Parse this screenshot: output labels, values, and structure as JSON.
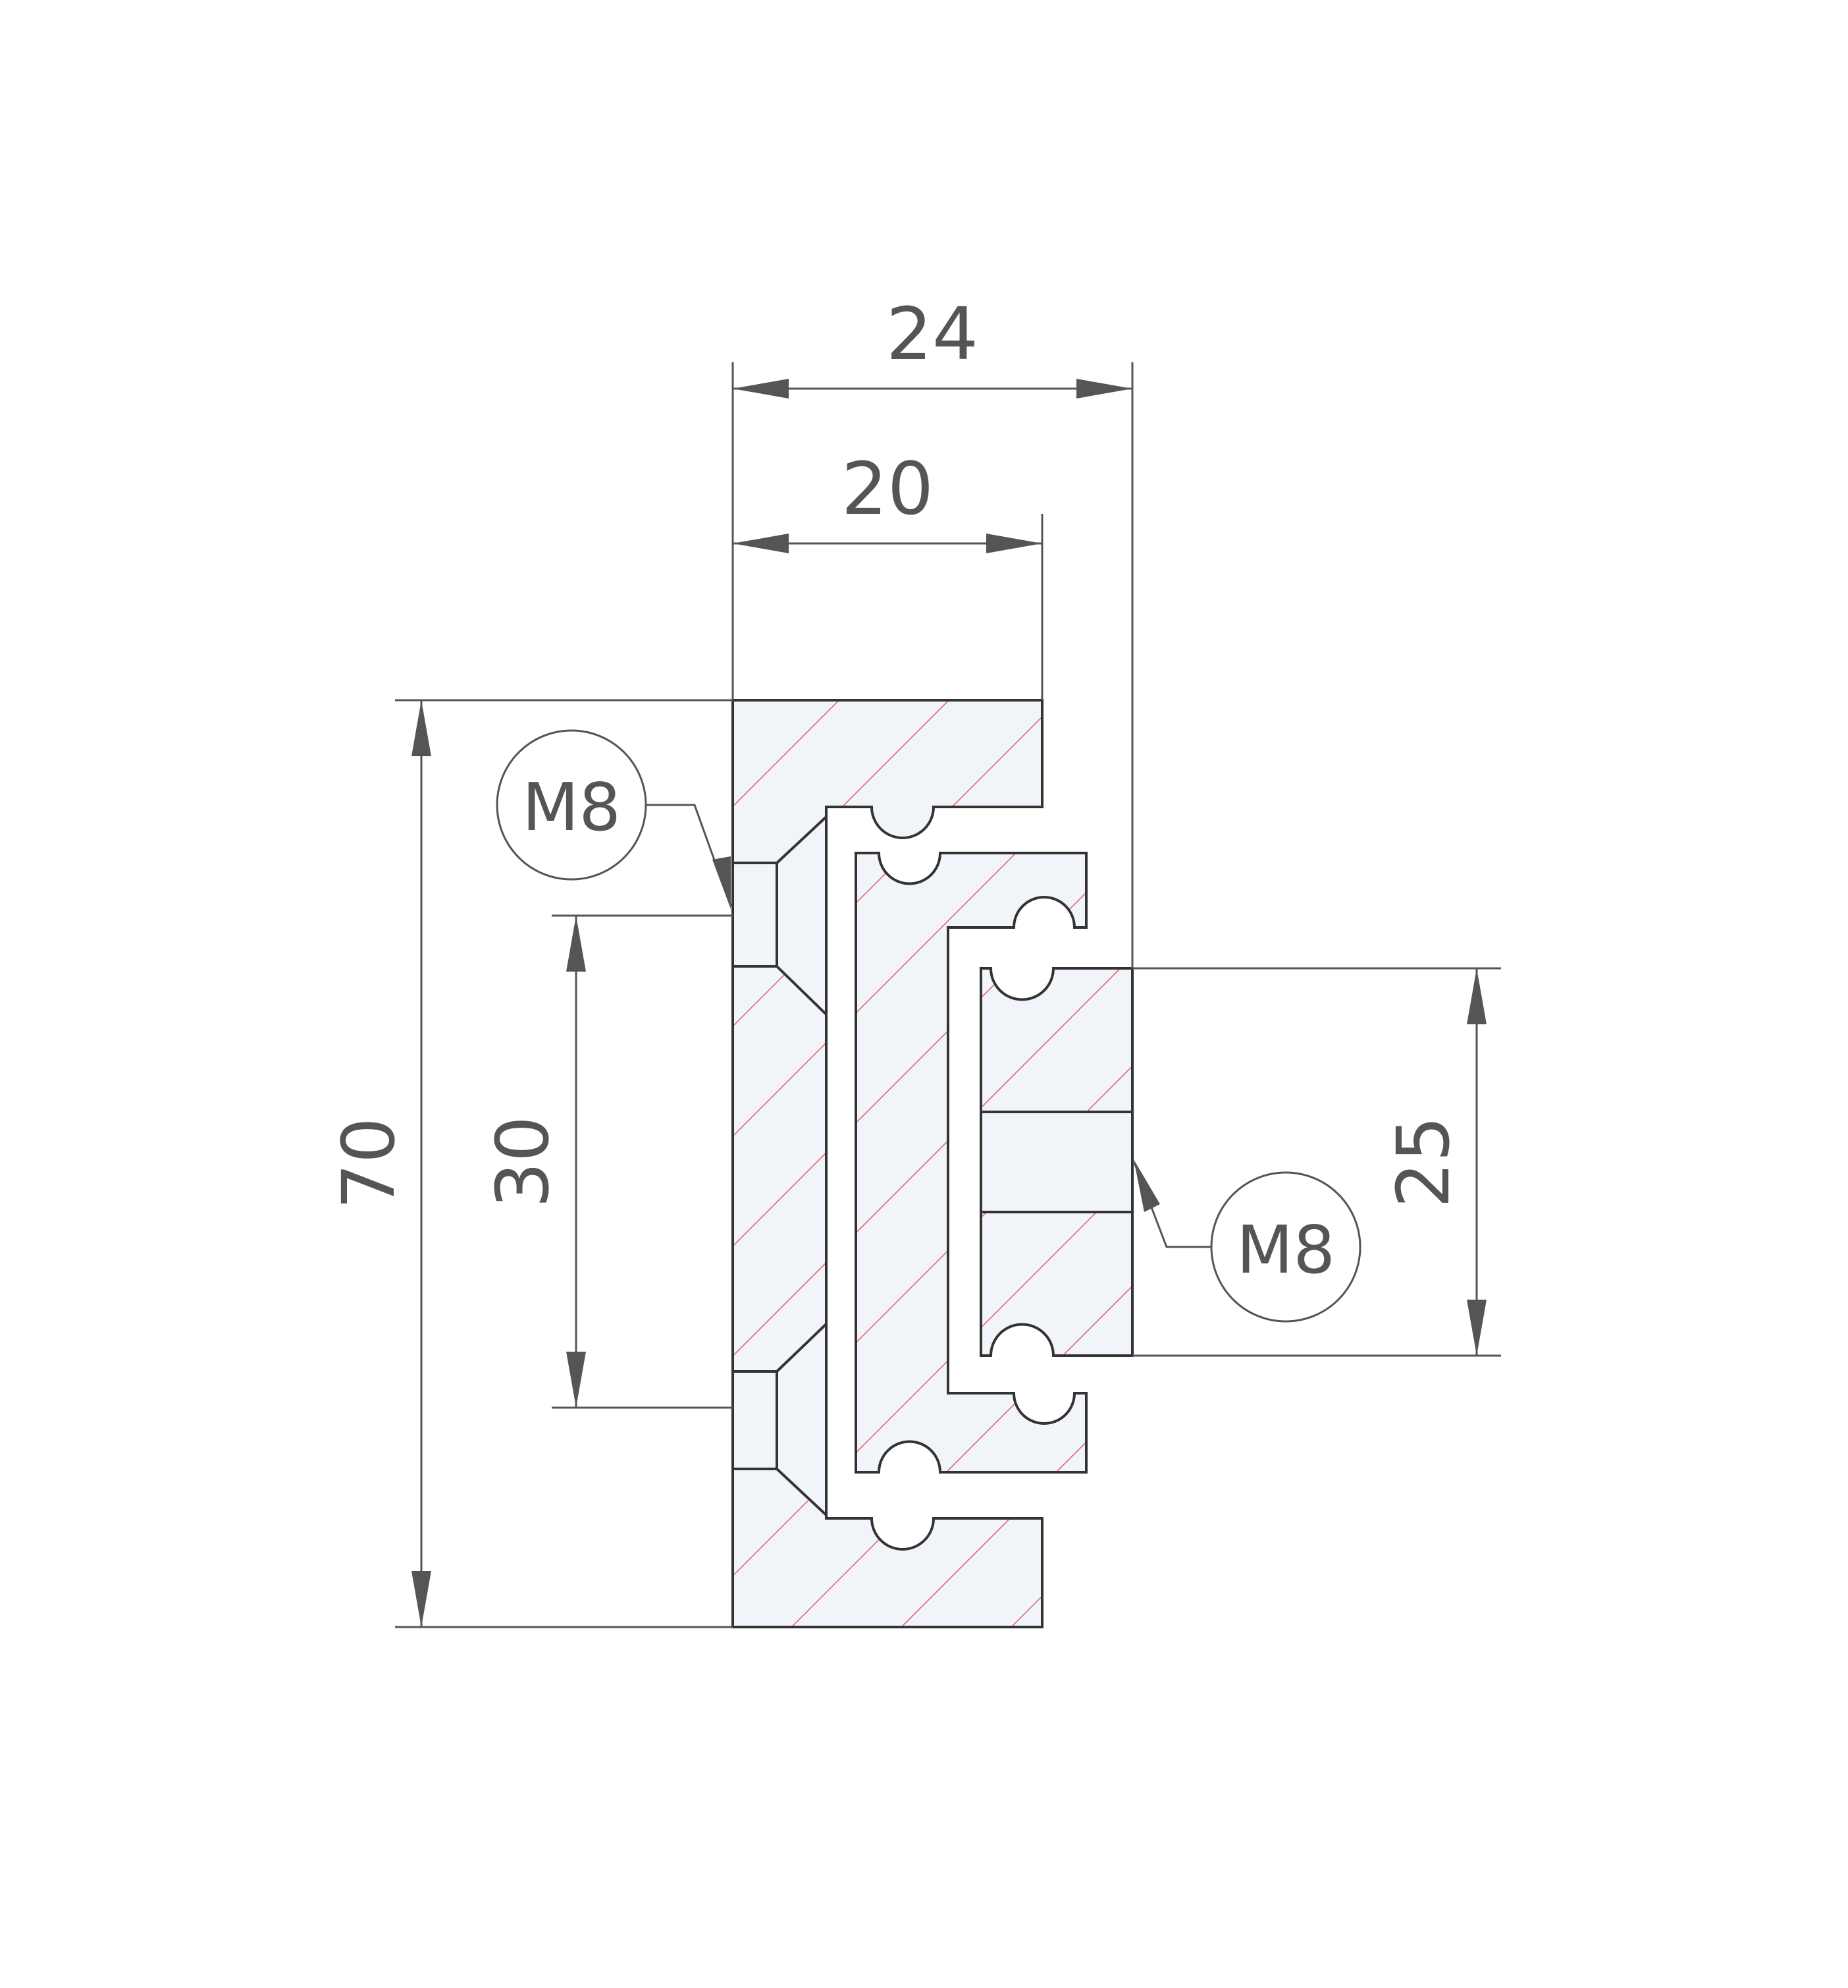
{
  "dimensions": {
    "width_overall": "24",
    "width_inner": "20",
    "height_overall": "70",
    "hole_spacing_outer": "30",
    "hole_spacing_inner": "25"
  },
  "callouts": {
    "left_thread": "M8",
    "right_thread": "M8"
  },
  "colors": {
    "outline": "#333333",
    "dimension": "#555555",
    "hatch": "#e0607a",
    "fill": "#f1f4f8"
  }
}
